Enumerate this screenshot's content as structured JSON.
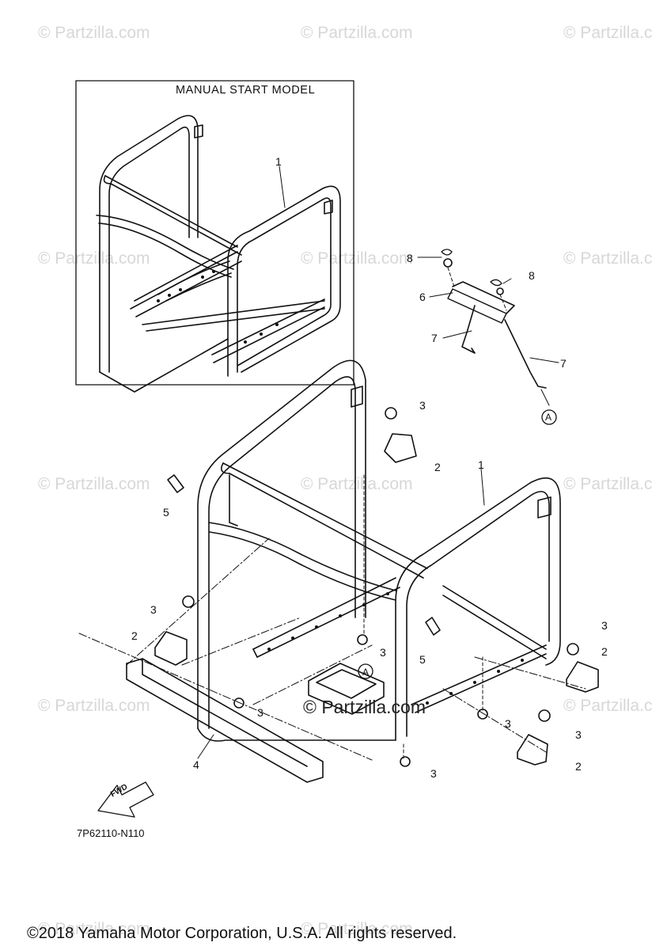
{
  "diagram": {
    "box_title": "MANUAL START MODEL",
    "drawing_code": "7P62110-N110",
    "fwd_label": "FWD",
    "copyright": "©2018  Yamaha Motor Corporation, U.S.A. All rights reserved.",
    "watermark": "© Partzilla.com",
    "callouts": [
      "1",
      "8",
      "8",
      "6",
      "7",
      "7",
      "A",
      "3",
      "2",
      "1",
      "5",
      "3",
      "2",
      "3",
      "5",
      "3",
      "2",
      "A",
      "3",
      "3",
      "3",
      "2",
      "4",
      "3"
    ]
  }
}
